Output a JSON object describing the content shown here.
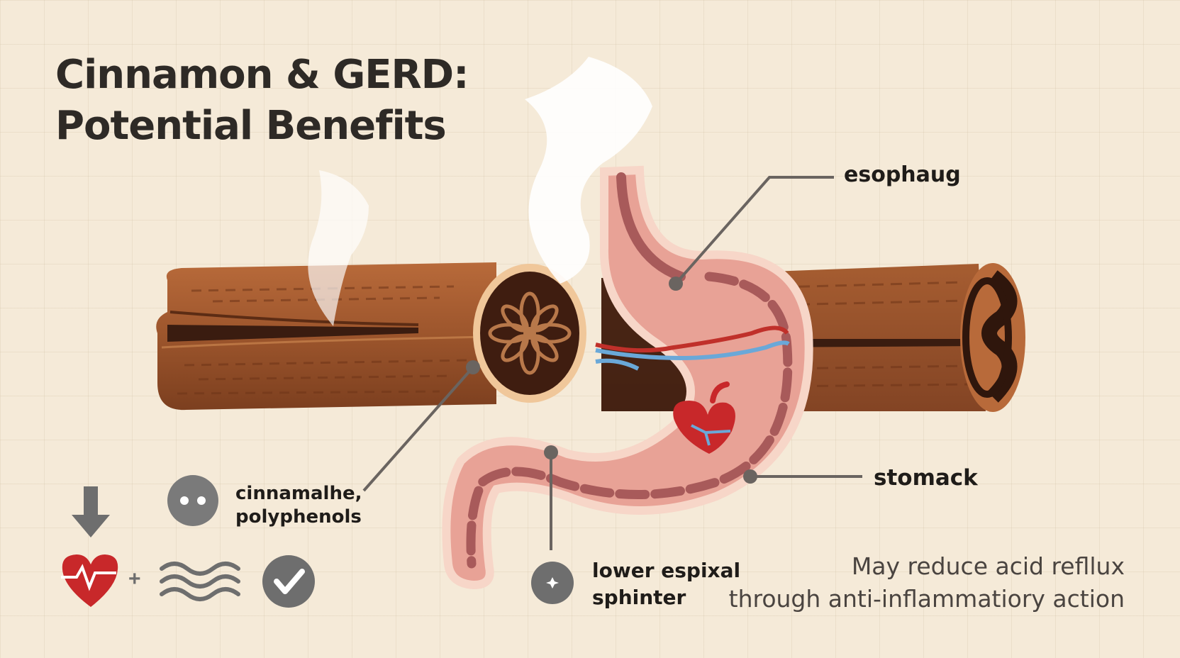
{
  "title": {
    "line1": "Cinnamon & GERD:",
    "line2": "Potential Benefits"
  },
  "labels": {
    "esophagus": "esophaug",
    "stomach": "stomack",
    "compounds_line1": "cinnamalhe,",
    "compounds_line2": "polyphenols",
    "sphincter_line1": "lower espixal",
    "sphincter_line2": "sphinter"
  },
  "benefit_text": {
    "line1": "May reduce acid refllux",
    "line2": "through anti-inflammatiory action"
  },
  "icons": {
    "plus_symbol": "+",
    "list": [
      "down-arrow-icon",
      "dots-circle-icon",
      "heart-pulse-icon",
      "waves-icon",
      "checkmark-icon",
      "sparkle-circle-icon"
    ]
  },
  "colors": {
    "background": "#f5ead8",
    "cinnamon": "#a0582e",
    "stomach": "#e8a296",
    "icon_gray": "#6e6e6e",
    "heart_red": "#c8282a",
    "nerve_blue": "#6aa8d8"
  }
}
